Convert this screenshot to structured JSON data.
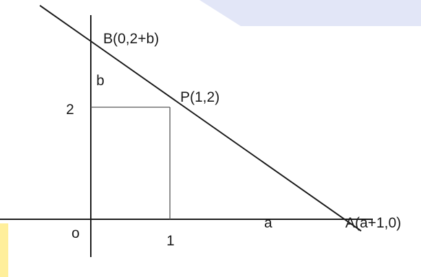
{
  "labels": {
    "point_b": "B(0,2+b)",
    "point_p": "P(1,2)",
    "point_a": "A(a+1,0)",
    "segment_b": "b",
    "segment_a": "a",
    "tick_y_2": "2",
    "tick_x_1": "1",
    "origin": "o"
  },
  "colors": {
    "line": "#1a1a1a",
    "guide": "#555555",
    "background_band": "#dfe3f6",
    "left_accent": "#ffe97a"
  }
}
